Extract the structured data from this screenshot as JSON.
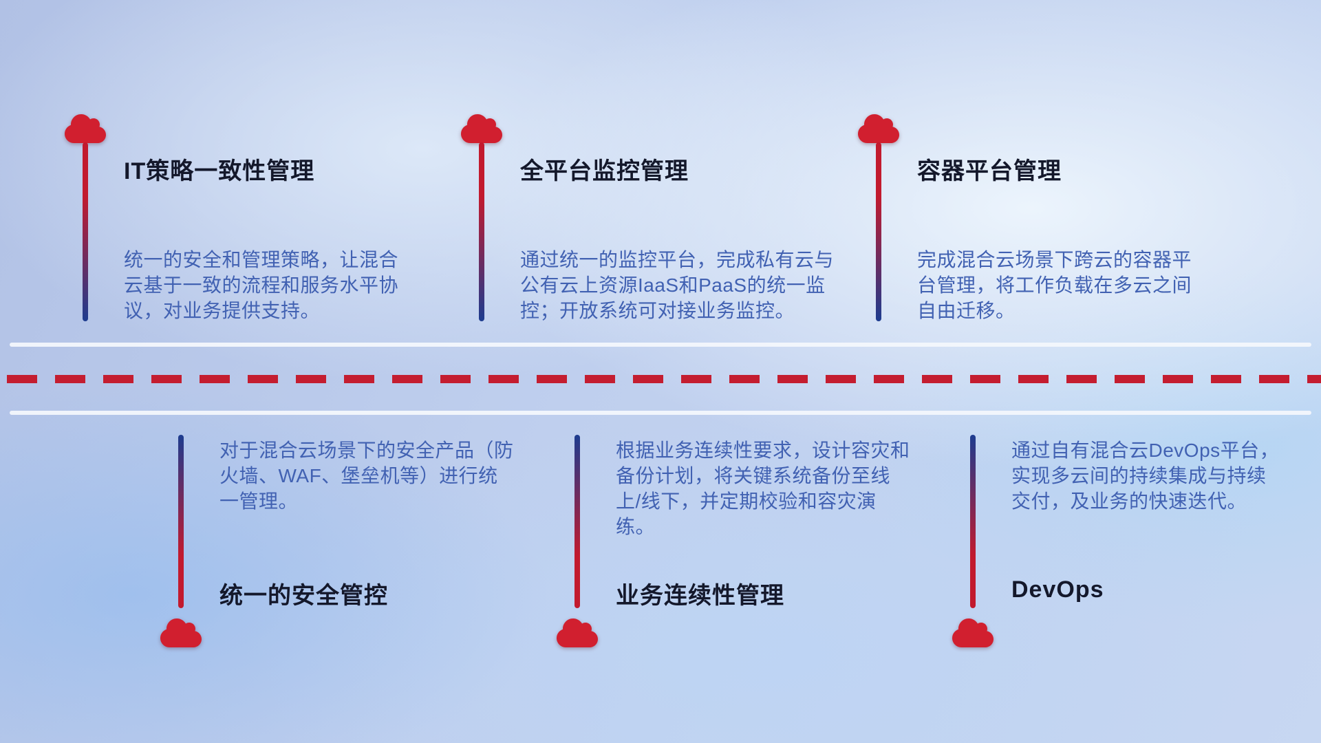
{
  "colors": {
    "cloud_red": "#d11f2f",
    "dash_red": "#c41d30",
    "line_red": "#c21a2e",
    "line_blue": "#1d3c8f",
    "title_color": "#14182b",
    "desc_color": "#4161b2",
    "road_white": "#f3f7fc"
  },
  "icons": {
    "marker": "cloud-icon"
  },
  "top_items": [
    {
      "title": "IT策略一致性管理",
      "description": "统一的安全和管理策略，让混合云基于一致的流程和服务水平协议，对业务提供支持。"
    },
    {
      "title": "全平台监控管理",
      "description": "通过统一的监控平台，完成私有云与公有云上资源IaaS和PaaS的统一监控；开放系统可对接业务监控。"
    },
    {
      "title": "容器平台管理",
      "description": "完成混合云场景下跨云的容器平台管理，将工作负载在多云之间自由迁移。"
    }
  ],
  "bottom_items": [
    {
      "title": "统一的安全管控",
      "description": "对于混合云场景下的安全产品（防火墙、WAF、堡垒机等）进行统一管理。"
    },
    {
      "title": "业务连续性管理",
      "description": "根据业务连续性要求，设计容灾和备份计划，将关键系统备份至线上/线下，并定期校验和容灾演练。"
    },
    {
      "title": "DevOps",
      "description": "通过自有混合云DevOps平台，实现多云间的持续集成与持续交付，及业务的快速迭代。"
    }
  ]
}
